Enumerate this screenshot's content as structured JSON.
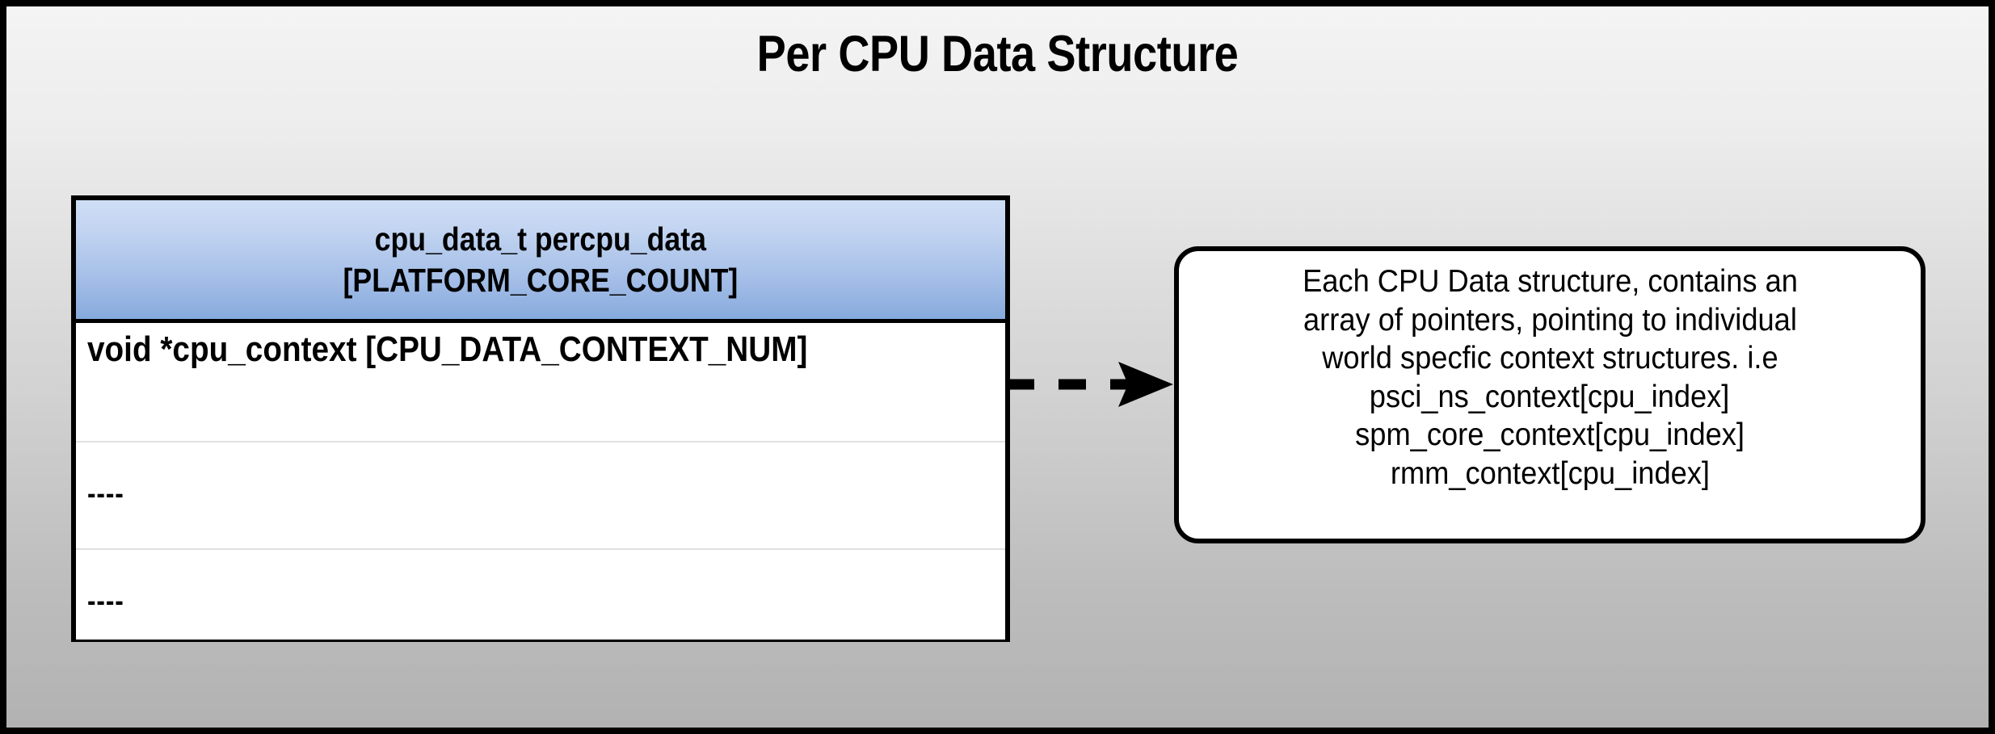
{
  "title": "Per CPU Data Structure",
  "background": {
    "gradient_top": "#f4f4f4",
    "gradient_bottom": "#b2b2b2",
    "border_color": "#000000"
  },
  "struct_table": {
    "header": {
      "line1": "cpu_data_t percpu_data",
      "line2": "[PLATFORM_CORE_COUNT]",
      "gradient_top": "#cfdef6",
      "gradient_bottom": "#85abdd"
    },
    "rows": [
      {
        "text": "void *cpu_context [CPU_DATA_CONTEXT_NUM]"
      },
      {
        "text": "----"
      },
      {
        "text": "----"
      }
    ]
  },
  "connector": {
    "style": "dashed-arrow",
    "color": "#000000"
  },
  "callout": {
    "lines": [
      "Each CPU Data structure, contains an",
      "array of pointers, pointing to individual",
      "world specfic context structures. i.e",
      "psci_ns_context[cpu_index]",
      "spm_core_context[cpu_index]",
      "rmm_context[cpu_index]"
    ]
  }
}
